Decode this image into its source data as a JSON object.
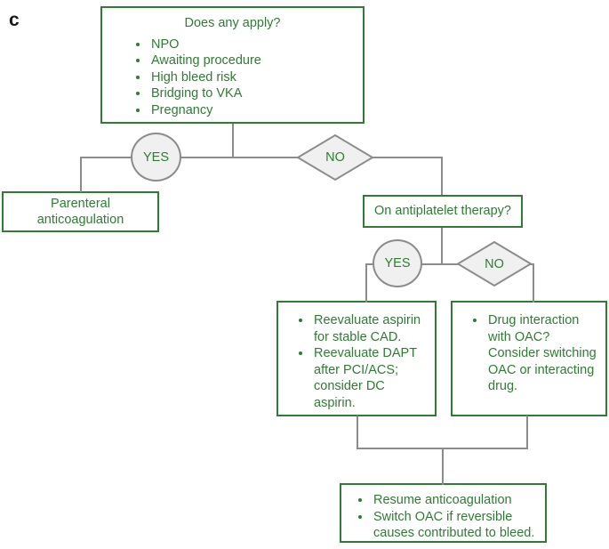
{
  "figure": {
    "panel_label": "c",
    "colors": {
      "node_border": "#2e7d32",
      "node_text": "#2e7d32",
      "connector": "#8c8c8c",
      "decision_fill": "#f0f0f0",
      "decision_border": "#8c8c8c",
      "label_text": "#1a1a1a",
      "background": "#ffffff"
    }
  },
  "nodes": {
    "criteria_box": {
      "title": "Does any apply?",
      "items": [
        "NPO",
        "Awaiting procedure",
        "High bleed risk",
        "Bridging to VKA",
        "Pregnancy"
      ]
    },
    "parenteral_box": {
      "text": "Parenteral\nanticoagulation",
      "line1": "Parenteral",
      "line2": "anticoagulation"
    },
    "antiplatelet_box": {
      "title": "On antiplatelet therapy?"
    },
    "aspirin_box": {
      "items": [
        "Reevaluate aspirin for stable CAD.",
        "Reevaluate DAPT after PCI/ACS; consider DC aspirin."
      ]
    },
    "drug_interaction_box": {
      "items": [
        "Drug interaction with OAC? Consider switching OAC or interacting drug."
      ]
    },
    "resume_box": {
      "items": [
        "Resume anticoagulation",
        "Switch OAC if reversible causes contributed to bleed."
      ]
    }
  },
  "decisions": {
    "yes_1": "YES",
    "no_1": "NO",
    "yes_2": "YES",
    "no_2": "NO"
  }
}
